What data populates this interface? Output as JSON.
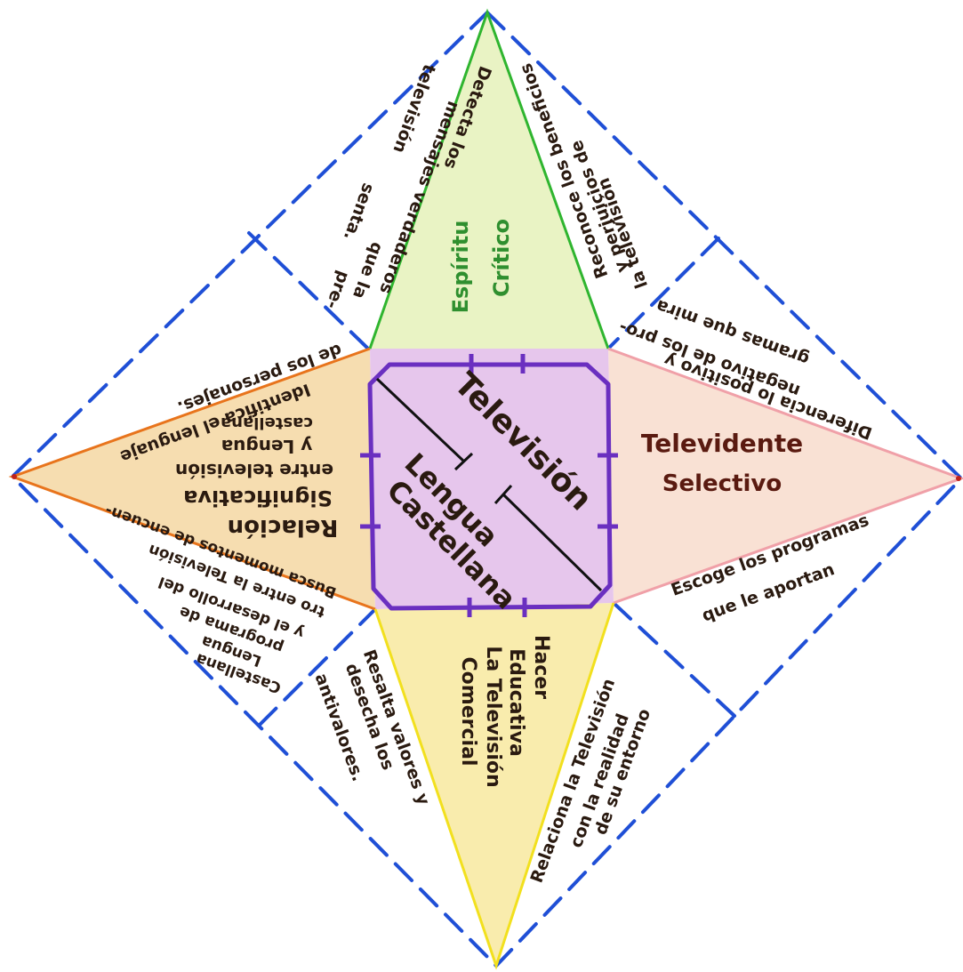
{
  "center": {
    "title_line1": "Televisión",
    "title_line2": "Lengua",
    "title_line3": "Castellana"
  },
  "top": {
    "label_line1": "Espíritu",
    "label_line2": "Crítico",
    "text_left_line1": "Detecta los",
    "text_left_line2": "mensajes verdaderos",
    "text_left_line3": "que la",
    "text_left_line4": "televisión",
    "text_left_line5": "pre-",
    "text_left_line6": "senta.",
    "text_right_line1": "Reconoce los beneficios",
    "text_right_line2": "y perjuicios de",
    "text_right_line3": "la televisión"
  },
  "left": {
    "label_line1": "Relación",
    "label_line2": "Significativa",
    "label_line3": "entre televisión",
    "label_line4": "y Lengua",
    "label_line5": "castellana",
    "text_top_line1": "Identifica el lenguaje",
    "text_top_line2": "de los personajes.",
    "text_bottom_line1": "Busca momentos de encuen-",
    "text_bottom_line2": "tro entre la Televisión",
    "text_bottom_line3": "y el desarrollo del",
    "text_bottom_line4": "programa de",
    "text_bottom_line5": "Lengua",
    "text_bottom_line6": "Castellana"
  },
  "right": {
    "label_line1": "Televidente",
    "label_line2": "Selectivo",
    "text_top_line1": "Diferencia lo positivo y",
    "text_top_line2": "negativo de los pro-",
    "text_top_line3": "gramas que mira",
    "text_bottom_line1": "Escoge los programas",
    "text_bottom_line2": "que le aportan"
  },
  "bottom": {
    "label_line1": "Hacer",
    "label_line2": "Educativa",
    "label_line3": "La Televisión",
    "label_line4": "Comercial",
    "text_left_line1": "Resalta valores y",
    "text_left_line2": "desecha los",
    "text_left_line3": "antivalores.",
    "text_right_line1": "Relaciona la Televisión",
    "text_right_line2": "con la realidad",
    "text_right_line3": "de su entorno"
  },
  "colors": {
    "dash_blue": "#1f4fd6",
    "edge_green": "#2fb52f",
    "edge_orange": "#e8741c",
    "edge_pink": "#f0a0a8",
    "edge_yellow": "#f2e01e",
    "center_purple": "#6a2fc0",
    "center_fill": "#e6c6ec",
    "top_fill": "#e9f3c4",
    "left_fill": "#f6ddb0",
    "right_fill": "#f9e1d4",
    "bottom_fill": "#f9ecad",
    "ink": "#2a1a10"
  }
}
